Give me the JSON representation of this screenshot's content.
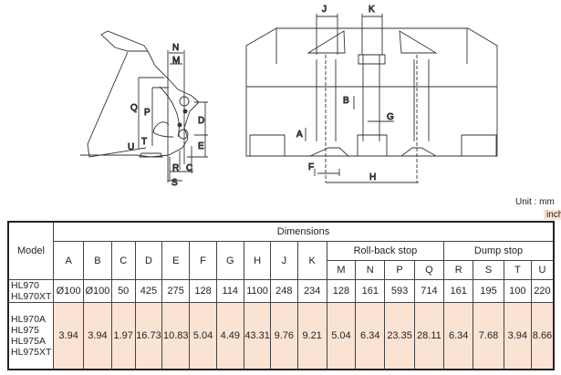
{
  "diagram": {
    "side_labels": [
      "N",
      "M",
      "Q",
      "P",
      "D",
      "E",
      "U",
      "T",
      "R",
      "C",
      "S"
    ],
    "front_labels": [
      "J",
      "K",
      "B",
      "G",
      "A",
      "F",
      "H"
    ]
  },
  "unit": {
    "mm": "Unit : mm",
    "inch": "inch"
  },
  "table": {
    "model_header": "Model",
    "dimensions_header": "Dimensions",
    "rollback_header": "Roll-back stop",
    "dump_header": "Dump stop",
    "columns": [
      "A",
      "B",
      "C",
      "D",
      "E",
      "F",
      "G",
      "H",
      "J",
      "K"
    ],
    "rollback_columns": [
      "M",
      "N",
      "P",
      "Q"
    ],
    "dump_columns": [
      "R",
      "S",
      "T",
      "U"
    ],
    "rows": [
      {
        "models": [
          "HL970",
          "HL970XT"
        ],
        "values": [
          "Ø100",
          "Ø100",
          "50",
          "425",
          "275",
          "128",
          "114",
          "1100",
          "248",
          "234",
          "128",
          "161",
          "593",
          "714",
          "161",
          "195",
          "100",
          "220"
        ]
      },
      {
        "models": [
          "HL970A",
          "HL975",
          "HL975A",
          "HL975XT"
        ],
        "values": [
          "3.94",
          "3.94",
          "1.97",
          "16.73",
          "10.83",
          "5.04",
          "4.49",
          "43.31",
          "9.76",
          "9.21",
          "5.04",
          "6.34",
          "23.35",
          "28.11",
          "6.34",
          "7.68",
          "3.94",
          "8.66"
        ]
      }
    ],
    "highlight_color": "#fbe3d4"
  }
}
